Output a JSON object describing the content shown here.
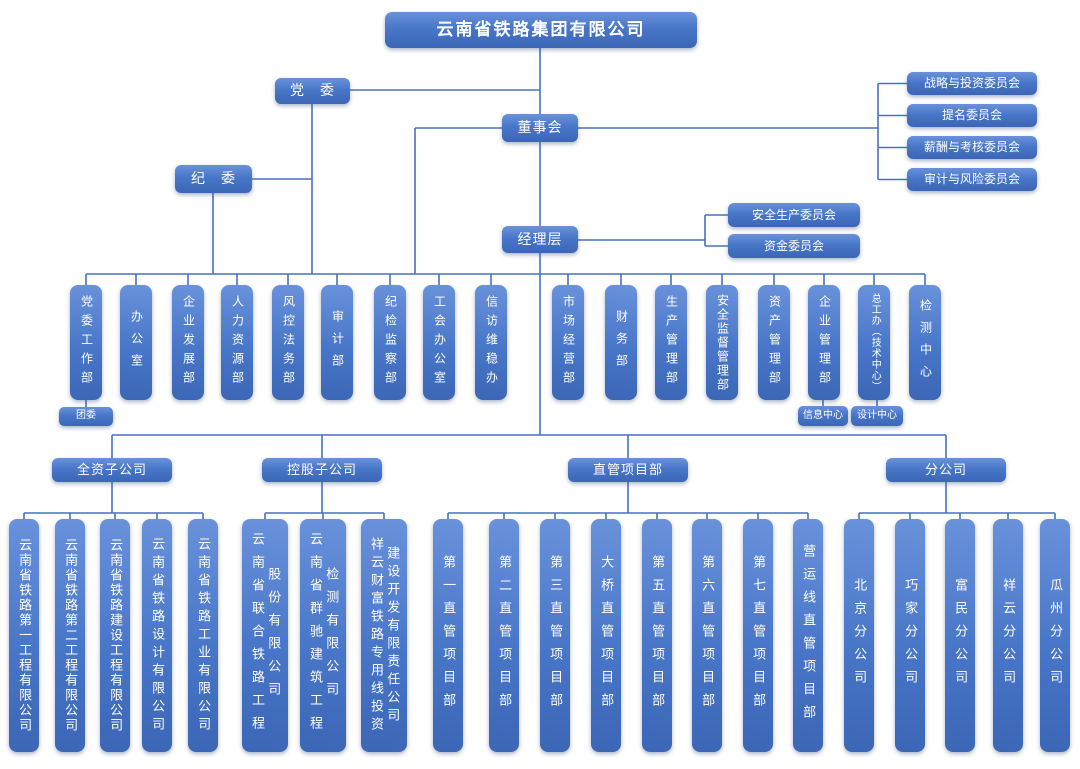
{
  "title": "云南省铁路集团有限公司",
  "governance": {
    "party_committee": "党　委",
    "discipline_committee": "纪　委",
    "board": "董事会",
    "management": "经理层"
  },
  "board_committees": [
    "战略与投资委员会",
    "提名委员会",
    "薪酬与考核委员会",
    "审计与风险委员会"
  ],
  "management_committees": [
    "安全生产委员会",
    "资金委员会"
  ],
  "departments": [
    {
      "name": "党委工作部",
      "sub": "团委"
    },
    {
      "name": "办公室"
    },
    {
      "name": "企业发展部"
    },
    {
      "name": "人力资源部"
    },
    {
      "name": "风控法务部"
    },
    {
      "name": "审计部"
    },
    {
      "name": "纪检监察部"
    },
    {
      "name": "工会办公室"
    },
    {
      "name": "信访维稳办"
    },
    {
      "name": "市场经营部"
    },
    {
      "name": "财务部"
    },
    {
      "name": "生产管理部"
    },
    {
      "name": "安全监督管理部"
    },
    {
      "name": "资产管理部"
    },
    {
      "name": "企业管理部",
      "sub": "信息中心"
    },
    {
      "name": "总工办（技术中心）",
      "sub": "设计中心"
    },
    {
      "name": "检测中心"
    }
  ],
  "groups": [
    {
      "label": "全资子公司",
      "children": [
        {
          "name": "云南省铁路第一工程有限公司"
        },
        {
          "name": "云南省铁路第二工程有限公司"
        },
        {
          "name": "云南省铁路建设工程有限公司"
        },
        {
          "name": "云南省铁路设计有限公司"
        },
        {
          "name": "云南省铁路工业有限公司"
        }
      ]
    },
    {
      "label": "控股子公司",
      "children": [
        {
          "name": "云南省联合铁路工程股份有限公司",
          "lines": [
            "云南省联合铁路工程",
            "股份有限公司"
          ]
        },
        {
          "name": "云南省群驰建筑工程检测有限公司",
          "lines": [
            "云南省群驰建筑工程",
            "检测有限公司"
          ]
        },
        {
          "name": "祥云财富铁路专用线投资建设开发有限责任公司",
          "lines": [
            "祥云财富铁路专用线投资",
            "建设开发有限责任公司"
          ]
        }
      ]
    },
    {
      "label": "直管项目部",
      "children": [
        {
          "name": "第一直管项目部"
        },
        {
          "name": "第二直管项目部"
        },
        {
          "name": "第三直管项目部"
        },
        {
          "name": "大桥直管项目部"
        },
        {
          "name": "第五直管项目部"
        },
        {
          "name": "第六直管项目部"
        },
        {
          "name": "第七直管项目部"
        },
        {
          "name": "营运线直管项目部"
        }
      ]
    },
    {
      "label": "分公司",
      "children": [
        {
          "name": "北京分公司"
        },
        {
          "name": "巧家分公司"
        },
        {
          "name": "富民分公司"
        },
        {
          "name": "祥云分公司"
        },
        {
          "name": "瓜州分公司"
        }
      ]
    }
  ],
  "colors": {
    "box_blue": "#4472c4",
    "box_blue_light": "#6a92db",
    "box_blue_dark": "#3c66b6",
    "line_blue": "#4472c4",
    "text": "#ffffff"
  }
}
